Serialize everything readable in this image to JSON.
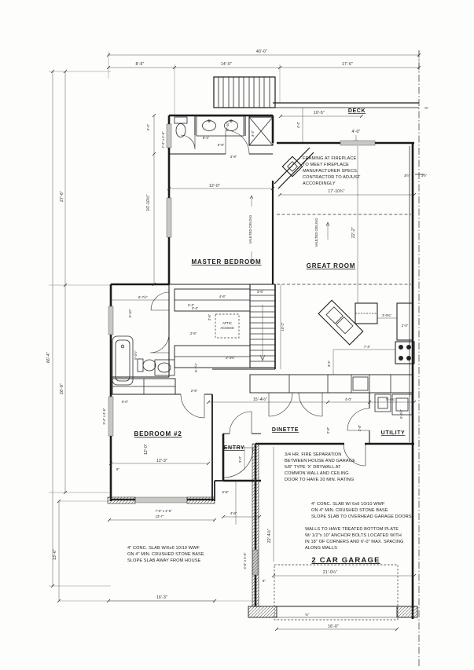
{
  "meta": {
    "drawing_type": "residential first-floor plan",
    "paper_color": "#fdfdfc",
    "ink_color": "#1b1b1b"
  },
  "rooms": {
    "deck": "DECK",
    "master_bedroom": "MASTER BEDROOM",
    "great_room": "GREAT ROOM",
    "bedroom2": "BEDROOM #2",
    "dinette": "DINETTE",
    "utility": "UTILITY",
    "entry": "ENTRY",
    "garage": "2 CAR GARAGE",
    "vaulted_ceiling": "VAULTED CEILING"
  },
  "labels": {
    "attic1": "ATTIC",
    "attic2": "ACCESS"
  },
  "notes": {
    "fireplace": [
      "FRAMING AT FIREPLACE",
      "TO MEET FIREPLACE",
      "MANUFACTURER SPECS.",
      "CONTRACTOR TO ADJUST",
      "ACCORDINGLY"
    ],
    "fire_separation": [
      "3/4 HR. FIRE SEPARATION",
      "BETWEEN HOUSE AND GARAGE",
      "5/8\" TYPE 'X' DRYWALL AT",
      "COMMON WALL AND CEILING",
      "DOOR TO HAVE 20 MIN. RATING"
    ],
    "garage_slab": [
      "4\" CONC. SLAB W/ 6x6 10/10 WWF",
      "ON 4\" MIN. CRUSHED STONE BASE",
      "SLOPE SLAB TO OVERHEAD GARAGE DOORS"
    ],
    "anchor_bolts": [
      "WALLS TO HAVE TREATED BOTTOM PLATE",
      "W/ 1/2\"x 10\" ANCHOR BOLTS LOCATED WITH",
      "IN 18\" OF CORNERS AND 6'-0\" MAX. SPACING",
      "ALONG WALLS"
    ],
    "patio_slab": [
      "4\" CONC. SLAB W/6x6 10/10 WWF",
      "ON 4\" MIN. CRUSHED STONE BASE",
      "SLOPE SLAB AWAY FROM HOUSE"
    ]
  },
  "dims": {
    "overall_width": "40'-0\"",
    "top_left": "8'-6\"",
    "top_mid": "14'-0\"",
    "top_right": "17'-6\"",
    "left_overall": "66'-4\"",
    "left_upper": "27'-6\"",
    "left_lower": "26'-9\"",
    "deck_width": "10'-5\"",
    "deck_door": "4'-0\"",
    "deck_depth": "4'-4\"",
    "pl_top": "¾\"",
    "wall_a": "3½\"",
    "wall_b": "3½\"",
    "bath_height": "6'-4\"",
    "master_win": "2'-4\" x 4'-6\"",
    "bath_a": "8'-4\"",
    "bath_b": "6'-8\"",
    "bath_c": "3'-8\"",
    "vanity": "7'-10\"",
    "shower": "3'-2\"",
    "master_height": "10'-10½\"",
    "master_width": "12'-0\"",
    "gr_width": "17'-10¾\"",
    "gr_height": "22'-2\"",
    "closet_a": "4'-6\"",
    "stair_w": "3'-6\"",
    "closet_d": "3'-4\"",
    "hall_a": "2'-6\"",
    "hall_b": "2'-6\"",
    "closet_e": "3'-4¾\"",
    "stair_h": "10'-2\"",
    "bath2_a": "6'-7½\"",
    "bath2_b": "5'-10\"",
    "bath2_door": "2'-4\"",
    "bath2_c": "5'-0½\"",
    "bath2_d": "5'-7½\"",
    "br2_closet": "6'-0\"",
    "br2_door": "2'-8\"",
    "br2_height": "12'-0\"",
    "br2_width": "12'-3\"",
    "br2_six": "6\"",
    "br2_win": "3'-4\" x 4'-6\"",
    "entry_a": "3'-0\"",
    "entry_b": "5'-8\"",
    "entry_c": "4'-6\"",
    "din_w": "15'-4½\"",
    "din_a": "4'-0\"",
    "util_w": "5'-4¾\"",
    "din_door": "2'-8\"",
    "din_door2": "2'-8\"",
    "util_h": "6'-0½\"",
    "kit_a": "3'-0¾\"",
    "kit_b": "2'-0\"",
    "kit_c": "7'-4\"",
    "kit_d": "3'-4\"",
    "gar_h": "22'-4½\"",
    "gar_w": "21'-0¼\"",
    "gar_door": "16'-0\"",
    "gar_8": "8\"",
    "gar_34": "¾\"",
    "gar_win": "3'-0\" x 4'-6\"",
    "patio_w": "16'-3\"",
    "patio_h": "13'-6\"",
    "patio_win": "7'-0\" x 4'-6\"",
    "patio_a": "13'-7\""
  }
}
